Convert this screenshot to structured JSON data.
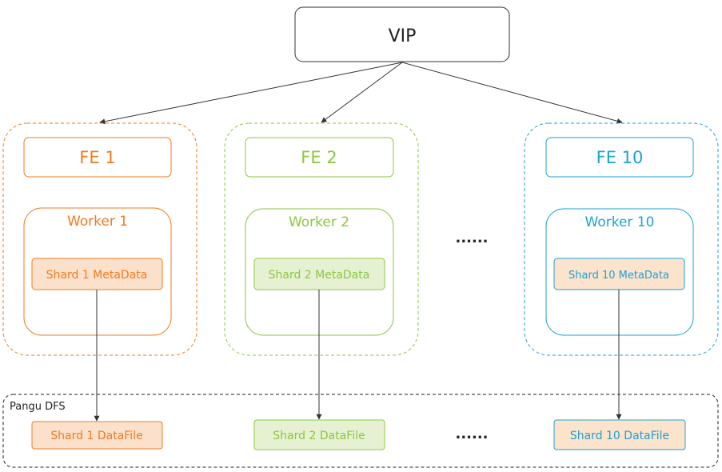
{
  "vip": {
    "label": "VIP"
  },
  "ellipsis": {
    "clusters": "......",
    "storage": "......"
  },
  "storage": {
    "label": "Pangu DFS"
  },
  "clusters": [
    {
      "fe": "FE 1",
      "worker": "Worker 1",
      "metadata": "Shard 1 MetaData",
      "datafile": "Shard 1 DataFile",
      "color": "#f27a1f",
      "fill": "#fbe1cb"
    },
    {
      "fe": "FE 2",
      "worker": "Worker 2",
      "metadata": "Shard 2 MetaData",
      "datafile": "Shard 2 DataFile",
      "color": "#8cc63f",
      "fill": "#e6f1d3"
    },
    {
      "fe": "FE 10",
      "worker": "Worker 10",
      "metadata": "Shard 10 MetaData",
      "datafile": "Shard 10 DataFile",
      "color": "#1ea1d9",
      "fill": "#fbe3cc"
    }
  ]
}
